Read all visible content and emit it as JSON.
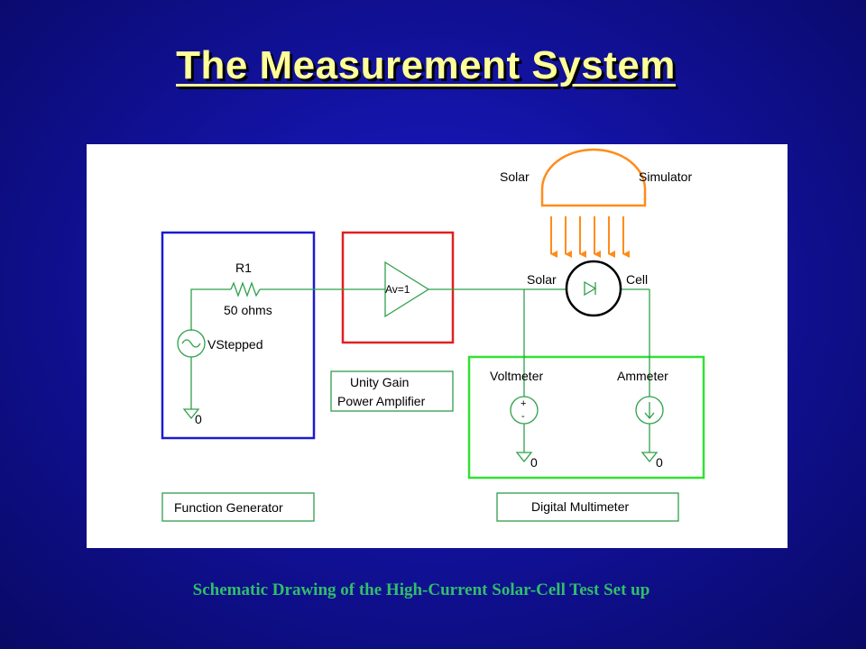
{
  "title": "The Measurement System",
  "caption": "Schematic Drawing of the High-Current Solar-Cell Test Set up",
  "diagram": {
    "solar_left": "Solar",
    "solar_right": "Simulator",
    "resistor_name": "R1",
    "resistor_value": "50 ohms",
    "source_name": "VStepped",
    "ground_label": "0",
    "amp_gain": "Av=1",
    "amp_caption_line1": "Unity Gain",
    "amp_caption_line2": "Power Amplifier",
    "cell_left": "Solar",
    "cell_right": "Cell",
    "voltmeter": "Voltmeter",
    "ammeter": "Ammeter",
    "function_generator": "Function Generator",
    "digital_multimeter": "Digital Multimeter",
    "colors": {
      "generator_box": "#1a1ad0",
      "amplifier_box": "#e02020",
      "multimeter_box": "#33e033",
      "label_box": "#2e9e4a",
      "wire": "#2ea04a",
      "simulator": "#ff8c1a"
    }
  }
}
